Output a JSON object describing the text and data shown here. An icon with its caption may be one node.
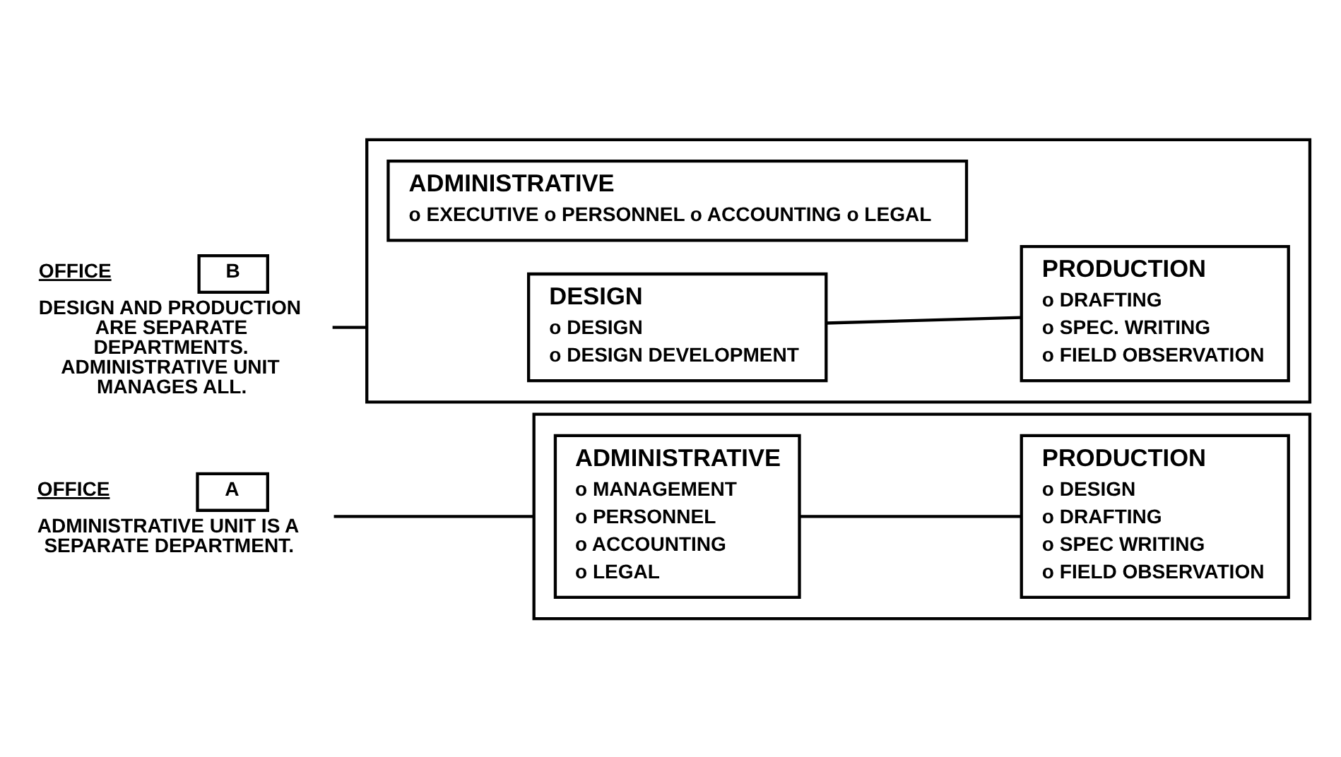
{
  "diagram": {
    "nodes": [
      {
        "text": [
          "A"
        ],
        "beside": [
          "OFFICE",
          "ADMINISTRATIVE UNIT IS A SEPARATE DEPARTMENT."
        ]
      },
      {
        "text": [],
        "shape": "box"
      },
      {
        "text": [
          "ADMINISTRATIVE",
          "o MANAGEMENT",
          "o PERSONNEL",
          "o ACCOUNTING",
          "o LEGAL"
        ],
        "in": 1
      },
      {
        "text": [
          "PRODUCTION",
          "o DESIGN",
          "o DRAFTING",
          "o SPEC WRITING",
          "o FIELD OBSERVATION"
        ],
        "in": 1
      },
      {
        "text": [
          "B"
        ],
        "beside": [
          "OFFICE",
          "DESIGN AND PRODUCTION ARE SEPARATE DEPARTMENTS. ADMINISTRATIVE UNIT MANAGES ALL."
        ]
      },
      {
        "text": [],
        "shape": "box"
      },
      {
        "text": [
          "ADMINISTRATIVE",
          "o EXECUTIVE o PERSONNEL o ACCOUNTING o LEGAL"
        ],
        "in": 5
      },
      {
        "text": [
          "DESIGN",
          "o DESIGN",
          "o DESIGN DEVELOPMENT"
        ],
        "in": 5
      },
      {
        "text": [
          "PRODUCTION",
          "o DRAFTING",
          "o SPEC. WRITING",
          "o FIELD OBSERVATION"
        ],
        "in": 5
      }
    ],
    "edges": [
      {
        "from": 0,
        "to": 1,
        "arrow": "none"
      },
      {
        "from": 2,
        "to": 3,
        "arrow": "none"
      },
      {
        "from": 4,
        "to": 5,
        "arrow": "none"
      },
      {
        "from": 7,
        "to": 8,
        "arrow": "none"
      }
    ]
  }
}
